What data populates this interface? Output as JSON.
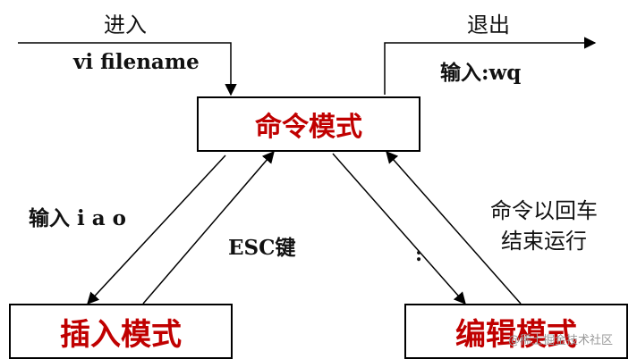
{
  "labels": {
    "enter": "进入",
    "enter_cmd": "vi filename",
    "exit": "退出",
    "exit_cmd": "输入:wq",
    "input_keys": "输入 i a o",
    "esc": "ESC键",
    "colon": ":",
    "end_run_line1": "命令以回车",
    "end_run_line2": "结束运行"
  },
  "modes": {
    "command": "命令模式",
    "insert": "插入模式",
    "edit": "编辑模式"
  },
  "colors": {
    "mode_text": "#c00000",
    "lines": "#000000"
  },
  "watermark": "@稀土掘金技术社区"
}
